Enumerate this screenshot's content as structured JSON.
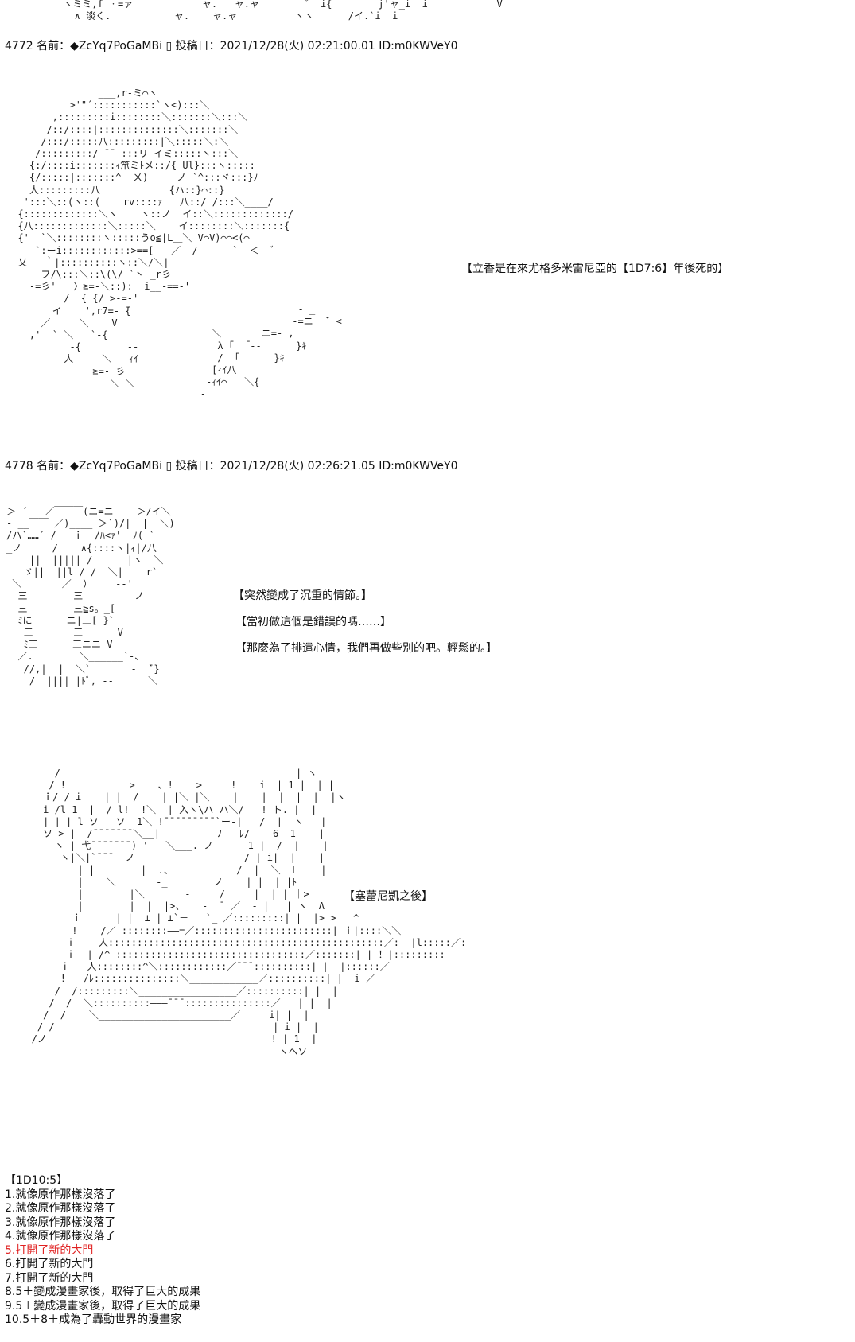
{
  "top_fragment": {
    "art": " ヽミミ,f ㆍ=ァ            ャ.   ャ.ャ        ゛ i{        j'ャ_i  i            V\n   ∧ 淡く.           ャ.    ャ.ャ          ヽヽ      /イ.`i  i"
  },
  "posts": [
    {
      "header": "4772 名前：◆ZcYq7PoGaMBi ▯ 投稿日：2021/12/28(火) 02:21:00.01 ID:m0KWVeY0",
      "art": "                ___,r‐ミ⌒ヽ\n           >'\"´:::::::::::`ヽ<):::＼\n        ,:::::::::i::::::::＼:::::::＼:::＼\n       /::/::::|::::::::::::::＼:::::::＼\n      /:::/:::::八:::::::::|＼:::::＼:＼\n     /:::::::::/ ̄ ̄‐-:::リ イミ:::::ヽ:::＼\n    {:/::::i:::::::ｨ笊ミﾄメ::/{ Ul}:::ヽ:::::\n    {/:::::|:::::::^  ㄨ)     ノ `^:::ヾ:::}ﾉ\n    人:::::::::八            {ハ::}⌒::}\n   ':::＼::(ヽ::(    rv::::ｧ   八::/ /:::＼____/\n  {:::::::::::::＼ヽ    ヽ::ノ  イ::＼:::::::::::::/\n  {八:::::::::::::＼:::::＼    イ::::::::＼:::::::{\n  {'  `＼::::::::ヽ:::::うo≦|L＿＼ V⌒V)⌒⌒<(⌒\n     `:ーi::::::::::::>==[   ／  /      `  ＜  ﾞ\n  乂   ｀|::::::::::ヽ::＼/＼|\n      フ/\\:::＼::\\(\\/ `丶 _r彡\n    -=彡'   〉≧=-＼::):  i__-==‐'\n          /  { {/ >-=-'\n        イ    ',r7=‐ ̄{\n      ／     ＼    V\n    ,'  ` ＼   `-{\n           -{        ‐‐\n          人     ＼_  ｨｲ\n               ≧=- 彡\n                  ＼ ＼\n",
      "art2": "                                      ‐ _\n                                     ‐=ニ  ̄` <\n                       ＼       ニ=- ,\n                        λ ｢  ｢‐-      }ｷ\n                        /  ｢      }ｷ\n                       [ｨｲ八\n                      ‐ｨｲ⌒   ＼{\n                     ‐\n",
      "caption": "【立香是在來尤格多米雷尼亞的【1D7:6】年後死的】"
    },
    {
      "header": "4778 名前：◆ZcYq7PoGaMBi ▯ 投稿日：2021/12/28(火) 02:26:21.05 ID:m0KWVeY0",
      "art": "＞ ´   ／￣￣￣(ニ=ニ-   ＞/イ＼\n‐ __￣￣ ／)____ ＞`)/|  |  ＼)\n/ハ`……´ /   ｉ  /ﾊ<ｧ'  ﾉ(‾`\n_ノ￣￣  /    ∧{::::ヽ|ｨ|/八\n    ||  ||||| /      |ヽ  ＼\n   ゞ||  ||l / /  ＼|    r`\n ＼       ／  ）    --'\n  三        三         ノ\n  三        三≧s。_[\n  ﾐに      ニ|三[ }`\n   三       三      V\n   ﾐ三      三ニニ V\n  ／.        ＼______`-、\n   //,|  |  ＼`       ‐  ̄`}\n    /  |||| |ﾄﾞ, ‐-      ＼\n",
      "captions": [
        "【突然變成了沉重的情節。】",
        "【當初做這個是錯誤的嗎……】",
        "【那麼為了排遣心情，我們再做些別的吧。輕鬆的。】"
      ]
    },
    {
      "art": "       /         |                          |    | ヽ\n      / !        |  >    、!    >     !    i  | 1 |  | |\n     ｉ/ / i    | |  /    | |＼ |＼    |    |  |  |  |  |ヽ\n     i /l 1  |  / l!  !＼  | 入ヽ\\ハ_ハ＼/   ! ト. |  |\n     | | | l ソ   ソ_ 1＼ !¯¯¯¯¯¯¯¯¯`ー-|   /  |  ヽ   |\n     ソ > |  /¯¯¯¯¯¯¯＼__|          ﾉ   ﾚ/    6  1    |\n       ヽ | 弋¯¯¯¯¯¯¯)‐'   ＼___. ノ      1 |  /  |    |\n        ヽ|＼|`¯¯¯  ノ                   / | i|  |    |\n           | |        |  .、           /  |  ＼  L    |\n           |    ＼       ‐_        ノ    | |  | |ﾄ\n           |     |  |＼       -     /     |  | | ｜>\n           |     |  |  |  |>、   ‐  ¯ ／  ‐ |   | ヽ  Λ\n          ｉ      | |  ⊥ | ⊥`－   `_ ／:::::::::| |  |> >   ^\n          !    /／ ::::::::——=／::::::::::::::::::::::::| ｉ|::::＼＼_\n         ｉ    人::::::::::::::::::::::::::::::::::::::::::::::::／:| |l:::::／:\n         ｉ  | /^ :::::::::::::::::::::::::::::::::／:::::::| | ！|:::::::::\n        ｉ   人::::::::^＼::::::::::::／¯¯¯::::::::::| |  |::::::／\n        !   /ﾚ:::::::::::::::＼____________／::::::::::| |  i ／\n       /  /:::::::::＼_________________／::::::::::| |  |\n      /  /  ＼::::::::::———¯¯¯:::::::::::::::／   | |  |\n     /  /    ＼_______________________／     i| |  |\n    / /                                      | i |  |\n   /ノ                                       ! | 1  |\n                                              ヽヘソ\n",
      "caption": "【塞蕾尼凱之後】"
    }
  ],
  "dice": {
    "header": "【1D10:5】",
    "items": [
      "1.就像原作那樣沒落了",
      "2.就像原作那樣沒落了",
      "3.就像原作那樣沒落了",
      "4.就像原作那樣沒落了",
      "5.打開了新的大門",
      "6.打開了新的大門",
      "7.打開了新的大門",
      "8.5＋變成漫畫家後，取得了巨大的成果",
      "9.5＋變成漫畫家後，取得了巨大的成果",
      "10.5＋8＋成為了轟動世界的漫畫家"
    ],
    "highlight_color": "#e02020"
  }
}
